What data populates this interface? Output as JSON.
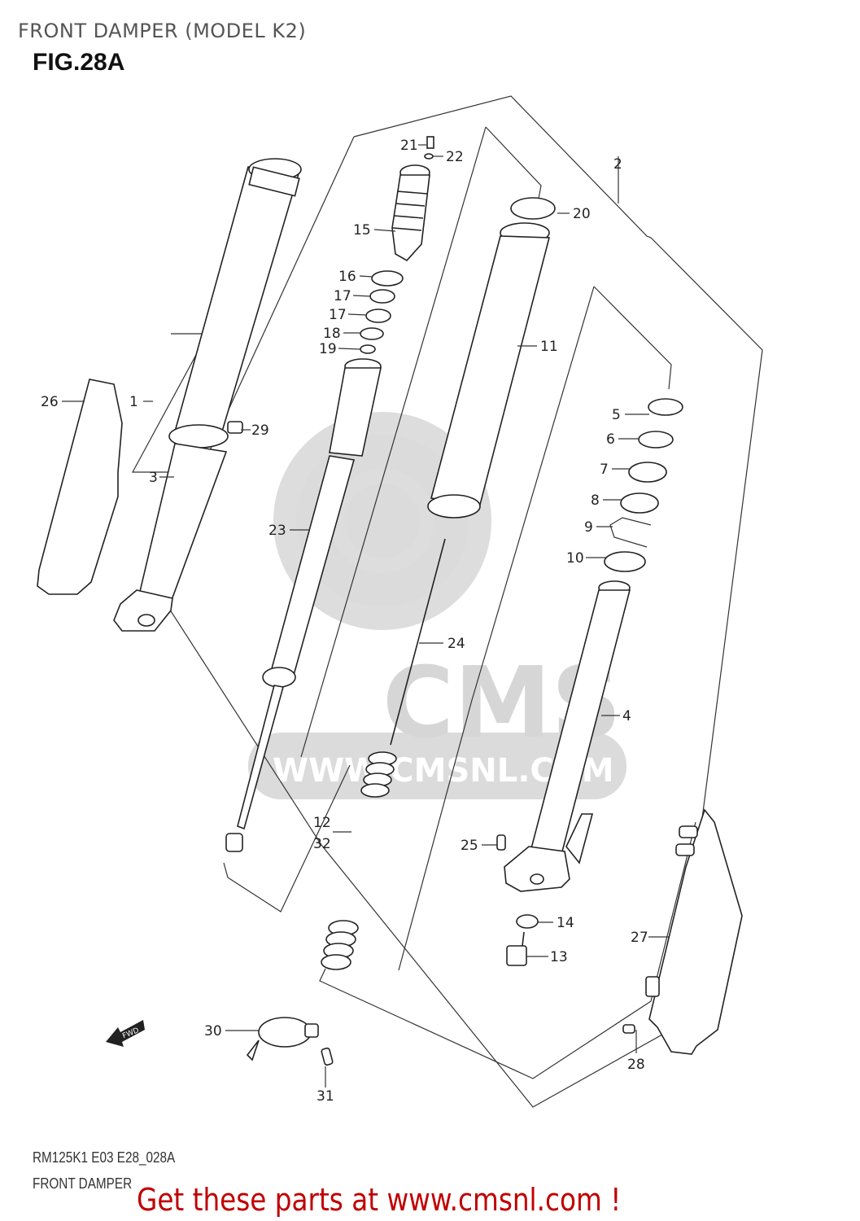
{
  "header": {
    "page_title": "FRONT DAMPER (MODEL K2)",
    "figure_title": "FIG.28A"
  },
  "footer": {
    "diagram_code": "RM125K1 E03 E28_028A",
    "diagram_name": "FRONT DAMPER",
    "promo_text": "Get these parts at www.cmsnl.com !",
    "promo_color": "#c00000"
  },
  "watermark": {
    "logo_text": "CMS",
    "url_text": "WWW.CMSNL.COM"
  },
  "fwd_arrow": {
    "label": "FWD"
  },
  "callouts": [
    {
      "id": "1",
      "label": "1"
    },
    {
      "id": "2",
      "label": "2"
    },
    {
      "id": "3",
      "label": "3"
    },
    {
      "id": "4",
      "label": "4"
    },
    {
      "id": "5",
      "label": "5"
    },
    {
      "id": "6",
      "label": "6"
    },
    {
      "id": "7",
      "label": "7"
    },
    {
      "id": "8",
      "label": "8"
    },
    {
      "id": "9",
      "label": "9"
    },
    {
      "id": "10",
      "label": "10"
    },
    {
      "id": "11",
      "label": "11"
    },
    {
      "id": "12",
      "label": "12"
    },
    {
      "id": "13",
      "label": "13"
    },
    {
      "id": "14",
      "label": "14"
    },
    {
      "id": "15",
      "label": "15"
    },
    {
      "id": "16",
      "label": "16"
    },
    {
      "id": "17a",
      "label": "17"
    },
    {
      "id": "17b",
      "label": "17"
    },
    {
      "id": "18",
      "label": "18"
    },
    {
      "id": "19",
      "label": "19"
    },
    {
      "id": "20",
      "label": "20"
    },
    {
      "id": "21",
      "label": "21"
    },
    {
      "id": "22",
      "label": "22"
    },
    {
      "id": "23",
      "label": "23"
    },
    {
      "id": "24",
      "label": "24"
    },
    {
      "id": "25",
      "label": "25"
    },
    {
      "id": "26",
      "label": "26"
    },
    {
      "id": "27",
      "label": "27"
    },
    {
      "id": "28",
      "label": "28"
    },
    {
      "id": "29",
      "label": "29"
    },
    {
      "id": "30",
      "label": "30"
    },
    {
      "id": "31",
      "label": "31"
    },
    {
      "id": "32",
      "label": "32"
    }
  ]
}
